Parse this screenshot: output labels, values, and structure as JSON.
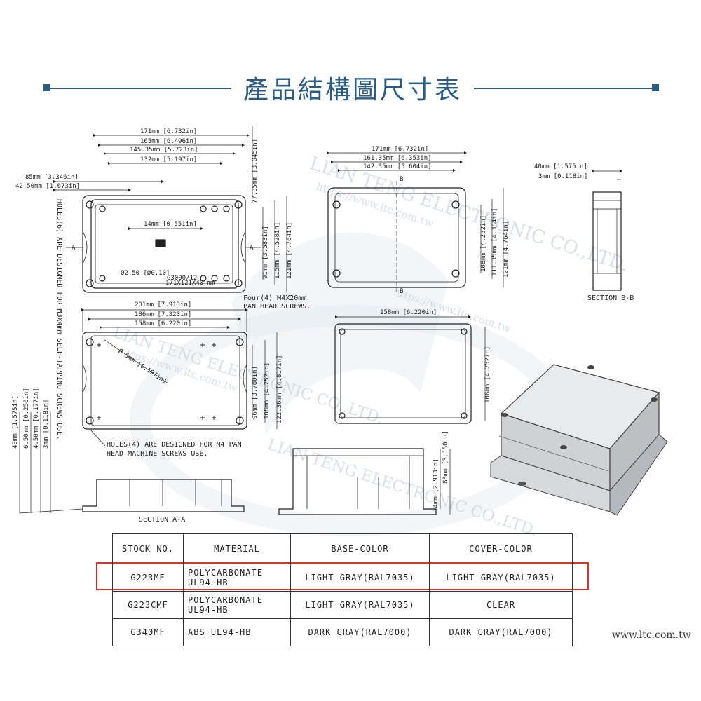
{
  "header": {
    "title": "產品結構圖尺寸表"
  },
  "watermark": {
    "text1": "LIAN TENG ELECTRONIC CO.,LTD.",
    "text2": "https://www.ltc.com.tw"
  },
  "drawings": {
    "top_view": {
      "dims": [
        "171mm [6.732in]",
        "165mm [6.496in]",
        "145.35mm [5.723in]",
        "132mm [5.197in]",
        "85mm [3.346in]",
        "42.50mm [1.673in]",
        "14mm [0.551in]",
        "77.35mm [3.045in]",
        "91mm [3.583in]",
        "115mm [4.528in]",
        "121mm [4.764in]",
        "Ø2.50 [Ø0.10]"
      ],
      "section_label": "A",
      "part_label_1": "G3000/12",
      "part_label_2": "171X121X40 mm",
      "note_holes": "HOLES(6) ARE DESIGNED FOR M3X4mm SELF-TAPPING SCREWS USE.",
      "note_screws_1": "Four(4) M4X20mm",
      "note_screws_2": "PAN HEAD SCREWS."
    },
    "bottom_view": {
      "dims": [
        "201mm [7.913in]",
        "186mm [7.323in]",
        "158mm [6.220in]",
        "Ø 5mm [0.197in]",
        "96mm [3.780in]",
        "108mm [4.252in]",
        "122.36mm [4.817in]"
      ],
      "note_1": "HOLES(4) ARE DESIGNED FOR M4 PAN",
      "note_2": "HEAD MACHINE SCREWS USE."
    },
    "section_aa": {
      "dims": [
        "40mm [1.575in]",
        "6.50mm [0.256in]",
        "4.50mm [0.177in]",
        "3mm [0.118in]"
      ],
      "label": "SECTION A-A"
    },
    "base_view": {
      "dims": [
        "171mm [6.732in]",
        "161.35mm [6.353in]",
        "142.35mm [5.604in]",
        "108mm [4.252in]",
        "111.35mm [4.384in]",
        "121mm [4.764in]"
      ],
      "section_label": "B"
    },
    "section_bb": {
      "dims": [
        "40mm [1.575in]",
        "3mm [0.118in]"
      ],
      "label": "SECTION B-B"
    },
    "lid_view": {
      "dims": [
        "158mm [6.220in]",
        "108mm [4.252in]"
      ]
    },
    "side_section": {
      "dims": [
        "74mm [2.913in]",
        "80mm [3.150in]"
      ]
    }
  },
  "table": {
    "headers": [
      "STOCK NO.",
      "MATERIAL",
      "BASE-COLOR",
      "COVER-COLOR"
    ],
    "rows": [
      {
        "stock": "G223MF",
        "material_1": "POLYCARBONATE",
        "material_2": "UL94-HB",
        "base": "LIGHT GRAY(RAL7035)",
        "cover": "LIGHT GRAY(RAL7035)"
      },
      {
        "stock": "G223CMF",
        "material_1": "POLYCARBONATE",
        "material_2": "UL94-HB",
        "base": "LIGHT GRAY(RAL7035)",
        "cover": "CLEAR"
      },
      {
        "stock": "G340MF",
        "material_1": "ABS UL94-HB",
        "material_2": "",
        "base": "DARK GRAY(RAL7000)",
        "cover": "DARK GRAY(RAL7000)"
      }
    ]
  },
  "footer": {
    "site": "www.ltc.com.tw"
  },
  "colors": {
    "title": "#2a5d86",
    "highlight": "#d9342b",
    "line": "#222222"
  }
}
